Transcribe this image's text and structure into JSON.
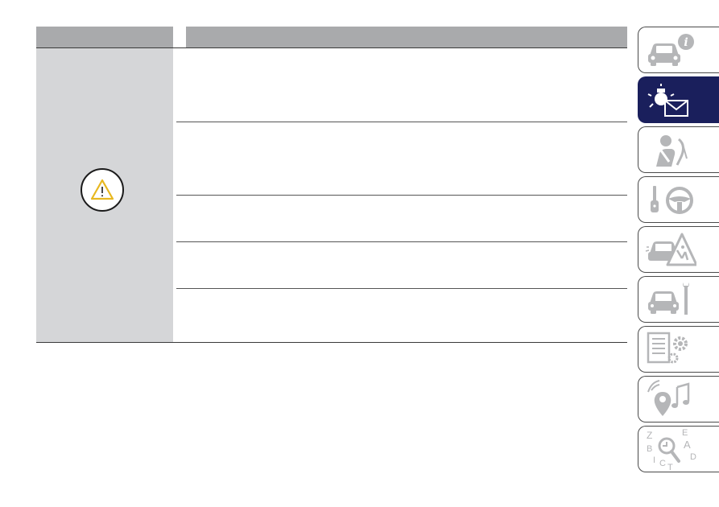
{
  "table": {
    "header_left": "",
    "header_right": "",
    "rows": [
      {
        "text": ""
      },
      {
        "text": ""
      },
      {
        "text": ""
      },
      {
        "text": ""
      },
      {
        "text": ""
      }
    ]
  },
  "warning_icon": {
    "name": "warning-triangle-icon",
    "color": "#e8b820"
  },
  "side_tabs": [
    {
      "name": "car-info-icon",
      "active": false
    },
    {
      "name": "warning-lights-messages-icon",
      "active": true
    },
    {
      "name": "safety-airbag-icon",
      "active": false
    },
    {
      "name": "starting-driving-icon",
      "active": false
    },
    {
      "name": "in-an-emergency-icon",
      "active": false
    },
    {
      "name": "servicing-maintenance-icon",
      "active": false
    },
    {
      "name": "technical-data-icon",
      "active": false
    },
    {
      "name": "multimedia-icon",
      "active": false
    },
    {
      "name": "index-icon",
      "active": false
    }
  ],
  "index_tab_letters": [
    "Z",
    "E",
    "A",
    "B",
    "D",
    "I",
    "C",
    "T"
  ],
  "colors": {
    "active_tab": "#1a1f5c",
    "header": "#a9aaac",
    "panel": "#d5d6d8"
  }
}
